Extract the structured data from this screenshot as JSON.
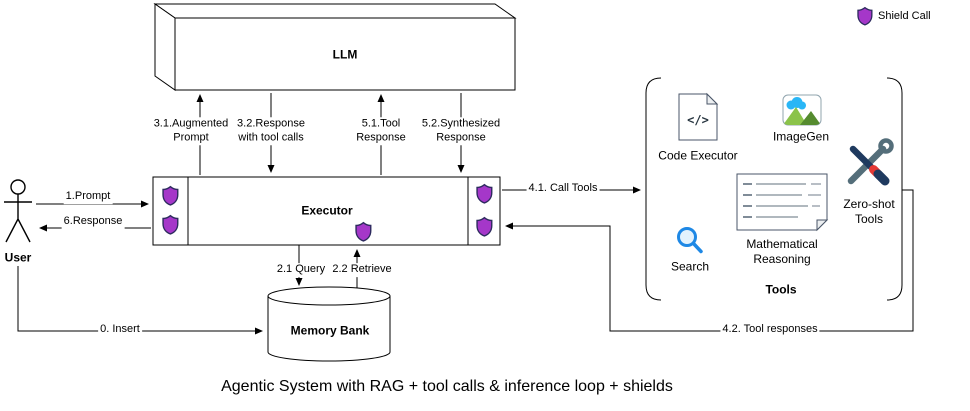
{
  "title": "Agentic System with RAG + tool calls & inference loop + shields",
  "legend": {
    "shield": "Shield Call"
  },
  "nodes": {
    "llm": "LLM",
    "executor": "Executor",
    "memory_bank": "Memory Bank",
    "user": "User",
    "tools_group": "Tools"
  },
  "tools": {
    "code_executor": "Code Executor",
    "imagegen": "ImageGen",
    "search": "Search",
    "math_reasoning": "Mathematical\nReasoning",
    "zero_shot": "Zero-shot\nTools"
  },
  "edges": {
    "prompt": "1.Prompt",
    "response": "6.Response",
    "insert": "0. Insert",
    "augmented_prompt": "3.1.Augmented\nPrompt",
    "response_with_tool_calls": "3.2.Response\nwith tool calls",
    "tool_response": "5.1.Tool\nResponse",
    "synthesized_response": "5.2.Synthesized\nResponse",
    "query": "2.1 Query",
    "retrieve": "2.2 Retrieve",
    "call_tools": "4.1. Call Tools",
    "tool_responses": "4.2. Tool responses"
  },
  "icons": {
    "code_glyph": "</>"
  },
  "colors": {
    "shield_fill": "#A537C9",
    "shield_stroke": "#2D2B5E",
    "search_blue": "#1E88E5",
    "search_lens": "#E3F2FD",
    "cloud_blue": "#29B6F6",
    "hill_green": "#8BC34A",
    "hill_green_dark": "#558B2F",
    "tool_steel": "#546E7A",
    "tool_navy": "#1F3A5F",
    "tool_red": "#E53935",
    "line": "#000000"
  }
}
